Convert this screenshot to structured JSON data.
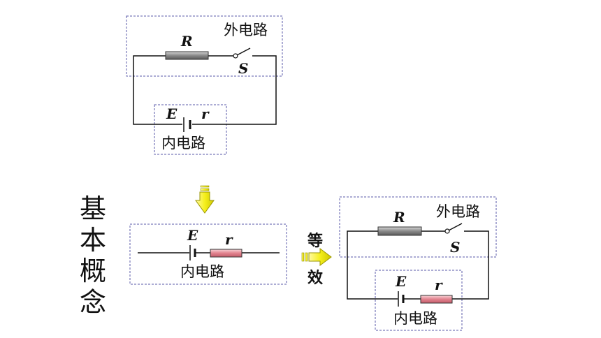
{
  "side_title": [
    "基",
    "本",
    "概",
    "念"
  ],
  "equivalent_label": [
    "等",
    "效"
  ],
  "top_circuit": {
    "outer_label": "外电路",
    "inner_label": "内电路",
    "resistor": "R",
    "switch": "S",
    "emf": "E",
    "internal_resistance": "r"
  },
  "middle_circuit": {
    "inner_label": "内电路",
    "emf": "E",
    "internal_resistance": "r"
  },
  "right_circuit": {
    "outer_label": "外电路",
    "inner_label": "内电路",
    "resistor": "R",
    "switch": "S",
    "emf": "E",
    "internal_resistance": "r"
  },
  "colors": {
    "wire": "#111111",
    "dashed_box": "#5a5aa8",
    "resistor_gray": "#8c8c8c",
    "resistor_pink": "#e89aa3",
    "arrow_fill": "#f2ee1a",
    "arrow_stroke": "#9a9600"
  }
}
